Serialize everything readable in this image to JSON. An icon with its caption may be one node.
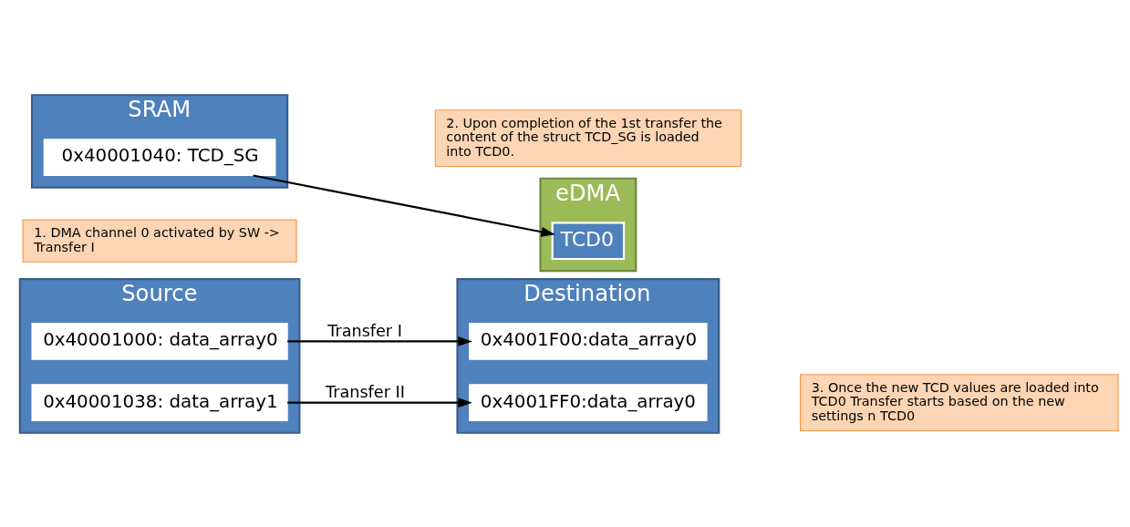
{
  "diagram": {
    "nodes": [
      {
        "text": [
          "Source"
        ]
      },
      {
        "text": [
          "0x40001000: data_array0"
        ],
        "in": 0
      },
      {
        "text": [
          "0x40001038: data_array1"
        ],
        "in": 0
      },
      {
        "text": [
          "eDMA"
        ]
      },
      {
        "text": [
          "TCD0"
        ],
        "in": 3
      },
      {
        "text": [
          "Destination"
        ]
      },
      {
        "text": [
          "0x4001F00:data_array0"
        ],
        "in": 5
      },
      {
        "text": [
          "0x4001FF0:data_array0"
        ],
        "in": 5
      },
      {
        "text": [
          "SRAM"
        ]
      },
      {
        "text": [
          "0x40001040: TCD_SG"
        ],
        "in": 8
      },
      {
        "text": [
          "1. DMA channel 0 activated by SW -> Transfer I"
        ]
      },
      {
        "text": [
          "2. Upon completion of the 1st transfer the content of the struct TCD_SG is loaded into TCD0."
        ]
      },
      {
        "text": [
          "3. Once the new TCD values are loaded into TCD0 Transfer starts based on the new settings n TCD0"
        ]
      }
    ],
    "edges": [
      {
        "from": 1,
        "to": 6,
        "arrow": "to",
        "label": "Transfer I"
      },
      {
        "from": 2,
        "to": 7,
        "arrow": "to",
        "label": "Transfer II"
      },
      {
        "from": 9,
        "to": 4,
        "arrow": "to"
      }
    ]
  }
}
